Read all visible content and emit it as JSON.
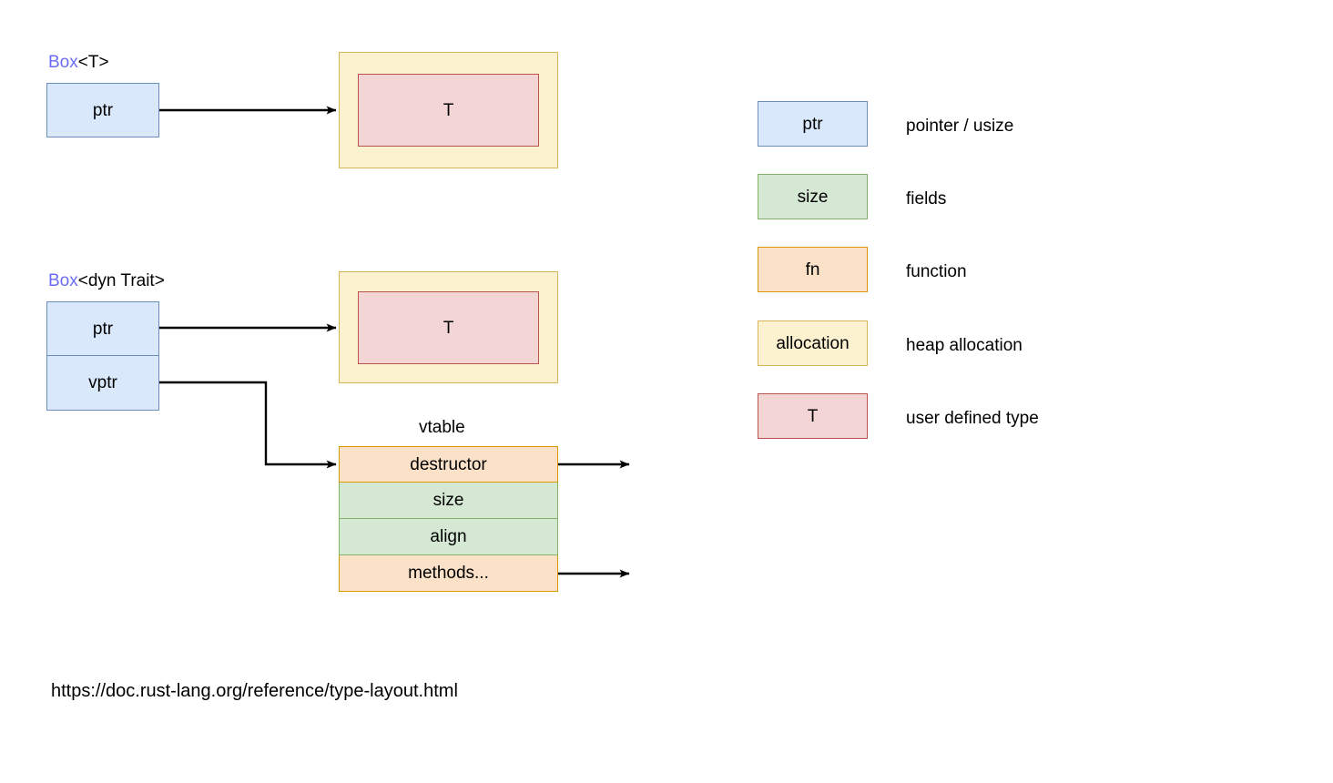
{
  "diagram": {
    "title_url": "https://doc.rust-lang.org/reference/type-layout.html",
    "groups": {
      "box_t": {
        "label_keyword": "Box",
        "label_generic": "<T>",
        "ptr_cell": "ptr",
        "alloc_label": "",
        "type_cell": "T"
      },
      "box_dyn": {
        "label_keyword": "Box",
        "label_generic": "<dyn Trait>",
        "ptr_cell": "ptr",
        "vptr_cell": "vptr",
        "alloc_label": "",
        "type_cell": "T"
      },
      "vtable": {
        "caption": "vtable",
        "rows": [
          {
            "label": "destructor",
            "kind": "fn",
            "has_pointer": true
          },
          {
            "label": "size",
            "kind": "field",
            "has_pointer": false
          },
          {
            "label": "align",
            "kind": "field",
            "has_pointer": false
          },
          {
            "label": "methods...",
            "kind": "fn",
            "has_pointer": true
          }
        ]
      }
    },
    "legend": {
      "items": [
        {
          "swatch": "ptr",
          "kind": "ptr",
          "description": "pointer / usize"
        },
        {
          "swatch": "size",
          "kind": "field",
          "description": "fields"
        },
        {
          "swatch": "fn",
          "kind": "fn",
          "description": "function"
        },
        {
          "swatch": "allocation",
          "kind": "alloc",
          "description": "heap allocation"
        },
        {
          "swatch": "T",
          "kind": "type",
          "description": "user defined type"
        }
      ]
    },
    "colors": {
      "ptr_fill": "#dae8fc",
      "ptr_stroke": "#6c8ebf",
      "field_fill": "#d5e8d4",
      "field_stroke": "#82b366",
      "fn_fill": "#fbe1c8",
      "fn_stroke": "#d79b00",
      "alloc_fill": "#fcf2d0",
      "alloc_stroke": "#d6b656",
      "type_fill": "#f3d5d5",
      "type_stroke": "#b85450",
      "keyword": "#6c6cf5",
      "edge": "#000000"
    }
  }
}
